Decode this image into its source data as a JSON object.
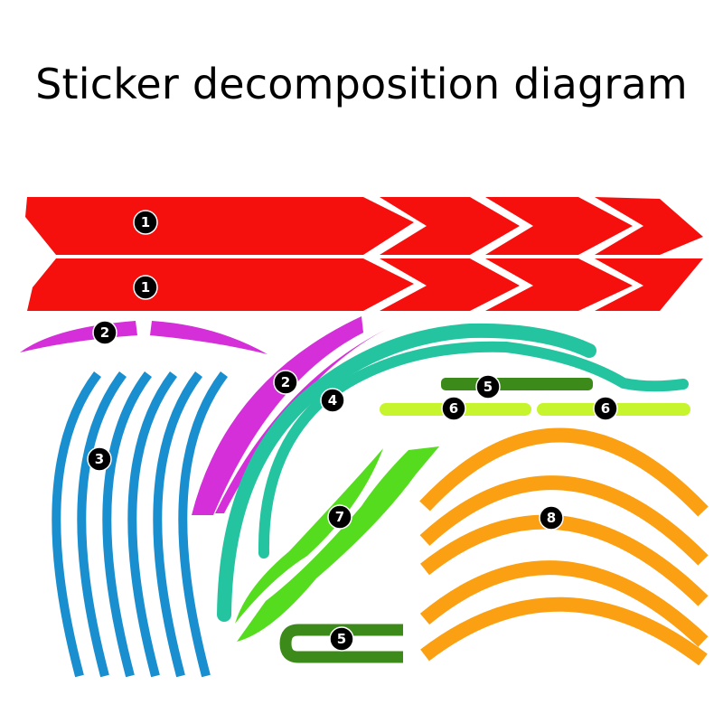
{
  "title": "Sticker decomposition diagram",
  "colors": {
    "piece_1": "#f5100e",
    "piece_2": "#d42fd8",
    "piece_3": "#1a8fd0",
    "piece_4": "#25c4a0",
    "piece_5": "#3c8a1a",
    "piece_6": "#c6f52e",
    "piece_7": "#55dc1f",
    "piece_8": "#fba013"
  },
  "labels": {
    "piece_1": "1",
    "piece_2": "2",
    "piece_3": "3",
    "piece_4": "4",
    "piece_5": "5",
    "piece_6": "6",
    "piece_7": "7",
    "piece_8": "8"
  }
}
